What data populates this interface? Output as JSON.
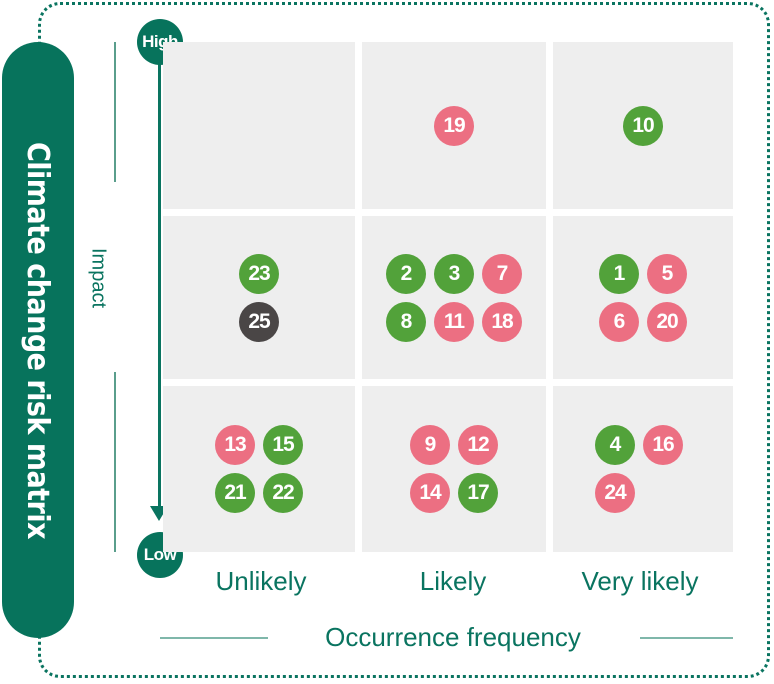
{
  "title": "Climate change risk matrix",
  "y_axis": {
    "label": "Impact",
    "high": "High",
    "low": "Low"
  },
  "x_axis": {
    "label": "Occurrence frequency",
    "categories": [
      "Unlikely",
      "Likely",
      "Very likely"
    ]
  },
  "colors": {
    "green": "#52a23a",
    "pink": "#ec6f82",
    "dark": "#4a4646",
    "teal": "#07735c",
    "cell": "#eeeeee"
  },
  "cells": [
    {
      "impact": "High",
      "frequency": "Unlikely",
      "rows": []
    },
    {
      "impact": "High",
      "frequency": "Likely",
      "rows": [
        [
          {
            "id": "19",
            "color": "pink"
          }
        ]
      ]
    },
    {
      "impact": "High",
      "frequency": "Very likely",
      "rows": [
        [
          {
            "id": "10",
            "color": "green"
          }
        ]
      ]
    },
    {
      "impact": "Medium",
      "frequency": "Unlikely",
      "rows": [
        [
          {
            "id": "23",
            "color": "green"
          }
        ],
        [
          {
            "id": "25",
            "color": "dark"
          }
        ]
      ]
    },
    {
      "impact": "Medium",
      "frequency": "Likely",
      "rows": [
        [
          {
            "id": "2",
            "color": "green"
          },
          {
            "id": "3",
            "color": "green"
          },
          {
            "id": "7",
            "color": "pink"
          }
        ],
        [
          {
            "id": "8",
            "color": "green"
          },
          {
            "id": "11",
            "color": "pink"
          },
          {
            "id": "18",
            "color": "pink"
          }
        ]
      ]
    },
    {
      "impact": "Medium",
      "frequency": "Very likely",
      "rows": [
        [
          {
            "id": "1",
            "color": "green"
          },
          {
            "id": "5",
            "color": "pink"
          }
        ],
        [
          {
            "id": "6",
            "color": "pink"
          },
          {
            "id": "20",
            "color": "pink"
          }
        ]
      ]
    },
    {
      "impact": "Low",
      "frequency": "Unlikely",
      "rows": [
        [
          {
            "id": "13",
            "color": "pink"
          },
          {
            "id": "15",
            "color": "green"
          }
        ],
        [
          {
            "id": "21",
            "color": "green"
          },
          {
            "id": "22",
            "color": "green"
          }
        ]
      ]
    },
    {
      "impact": "Low",
      "frequency": "Likely",
      "rows": [
        [
          {
            "id": "9",
            "color": "pink"
          },
          {
            "id": "12",
            "color": "pink"
          }
        ],
        [
          {
            "id": "14",
            "color": "pink"
          },
          {
            "id": "17",
            "color": "green"
          }
        ]
      ]
    },
    {
      "impact": "Low",
      "frequency": "Very likely",
      "rows": [
        [
          {
            "id": "4",
            "color": "green"
          },
          {
            "id": "16",
            "color": "pink"
          }
        ],
        [
          {
            "id": "24",
            "color": "pink"
          }
        ]
      ]
    }
  ]
}
